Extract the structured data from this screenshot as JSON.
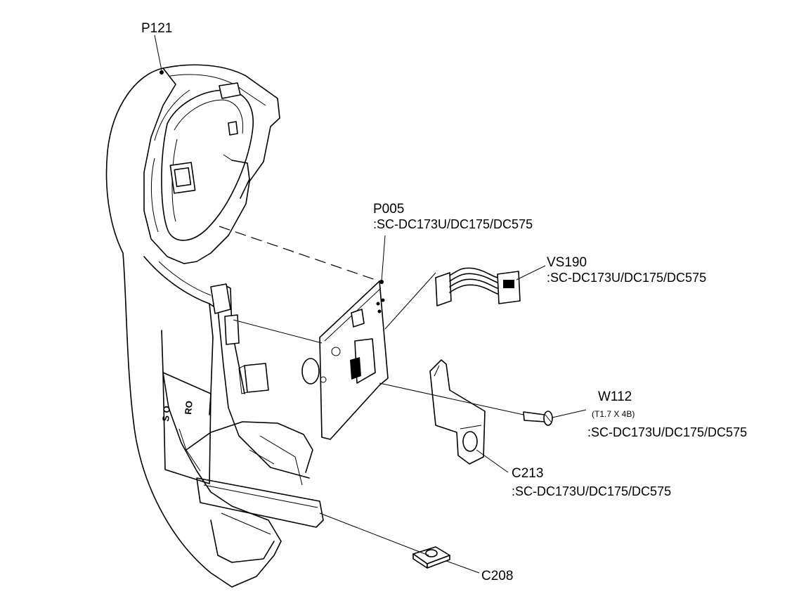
{
  "colors": {
    "ink": "#000000",
    "paper": "#ffffff"
  },
  "labels": {
    "p121": {
      "code": "P121"
    },
    "p005": {
      "code": "P005",
      "models": ":SC-DC173U/DC175/DC575"
    },
    "vs190": {
      "code": "VS190",
      "models": ":SC-DC173U/DC175/DC575"
    },
    "w112": {
      "code": "W112",
      "spec": "(T1.7 X 4B)",
      "models": ":SC-DC173U/DC175/DC575"
    },
    "c213": {
      "code": "C213",
      "models": ":SC-DC173U/DC175/DC575"
    },
    "c208": {
      "code": "C208"
    }
  }
}
